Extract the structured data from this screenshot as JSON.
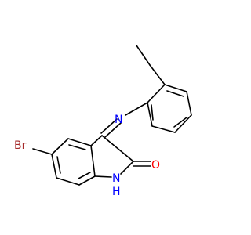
{
  "molecule": {
    "atoms": {
      "bromine": {
        "symbol": "Br",
        "color": "#a52a2a"
      },
      "imine_n": {
        "symbol": "N",
        "color": "#0000ff"
      },
      "carbonyl_o": {
        "symbol": "O",
        "color": "#ff0000"
      },
      "amide_n": {
        "symbol": "N",
        "color": "#0000ff"
      },
      "amide_h": {
        "symbol": "H",
        "color": "#0000ff"
      }
    },
    "bond_color": "#000000"
  }
}
